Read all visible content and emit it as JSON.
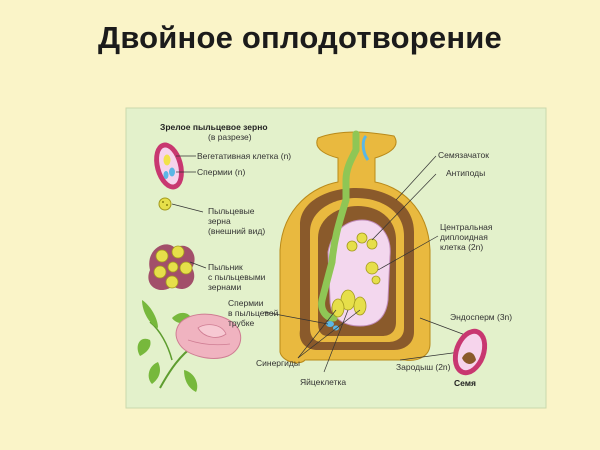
{
  "title": "Двойное оплодотворение",
  "figure": {
    "header_line1": "Зрелое пыльцевое зерно",
    "header_line2": "(в разрезе)",
    "labels": {
      "vegetative_cell": "Вегетативная клетка (n)",
      "sperms": "Спермии (n)",
      "pollen_grains_1": "Пыльцевые",
      "pollen_grains_2": "зерна",
      "pollen_grains_3": "(внешний вид)",
      "anther_1": "Пыльник",
      "anther_2": "с пыльцевыми",
      "anther_3": "зернами",
      "sperms_tube_1": "Спермии",
      "sperms_tube_2": "в пыльцевой",
      "sperms_tube_3": "трубке",
      "synergids": "Синергиды",
      "egg_cell": "Яйцеклетка",
      "ovule": "Семязачаток",
      "antipodes": "Антиподы",
      "central_1": "Центральная",
      "central_2": "диплоидная",
      "central_3": "клетка (2n)",
      "endosperm": "Эндосперм (3n)",
      "embryo": "Зародыш (2n)",
      "seed": "Семя"
    }
  },
  "colors": {
    "background": "#faf4c8",
    "figure_panel": "#e3f1cb",
    "ovary_wall": "#e9b93f",
    "ovule_coat": "#8a5a2b",
    "embryo_sac": "#f3d7ee",
    "pollen": "#e6df4a",
    "pollen_tube": "#8fc655",
    "leaf": "#77b83c",
    "flower": "#f0b3c0"
  }
}
